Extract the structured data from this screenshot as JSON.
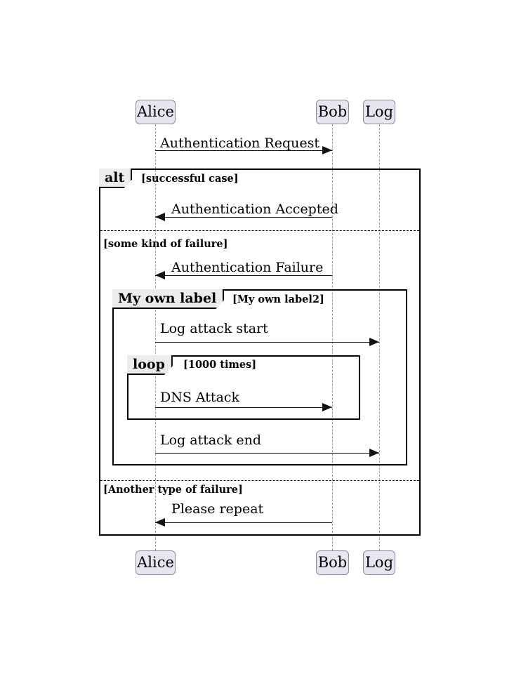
{
  "diagram": {
    "type": "uml-sequence-diagram",
    "participants": [
      {
        "name": "Alice",
        "label": "Alice"
      },
      {
        "name": "Bob",
        "label": "Bob"
      },
      {
        "name": "Log",
        "label": "Log"
      }
    ],
    "messages": [
      {
        "label": "Authentication Request",
        "from": "Alice",
        "to": "Bob",
        "direction": "right"
      },
      {
        "label": "Authentication Accepted",
        "from": "Bob",
        "to": "Alice",
        "direction": "left"
      },
      {
        "label": "Authentication Failure",
        "from": "Bob",
        "to": "Alice",
        "direction": "left"
      },
      {
        "label": "Log attack start",
        "from": "Alice",
        "to": "Log",
        "direction": "right"
      },
      {
        "label": "DNS Attack",
        "from": "Alice",
        "to": "Bob",
        "direction": "right"
      },
      {
        "label": "Log attack end",
        "from": "Alice",
        "to": "Log",
        "direction": "right"
      },
      {
        "label": "Please repeat",
        "from": "Bob",
        "to": "Alice",
        "direction": "left"
      }
    ],
    "fragments": [
      {
        "operator": "alt",
        "guards": [
          "[successful case]",
          "[some kind of failure]",
          "[Another type of failure]"
        ]
      },
      {
        "operator": "My own label",
        "guards": [
          "[My own label2]"
        ]
      },
      {
        "operator": "loop",
        "guards": [
          "[1000 times]"
        ]
      }
    ],
    "colors": {
      "participant_fill": "#e6e6f2",
      "participant_border": "#8a8a99",
      "fragment_tab_fill": "#ececec",
      "fragment_border": "#000000",
      "lifeline": "#9a9a9a",
      "message": "#111111",
      "background": "#ffffff"
    }
  }
}
